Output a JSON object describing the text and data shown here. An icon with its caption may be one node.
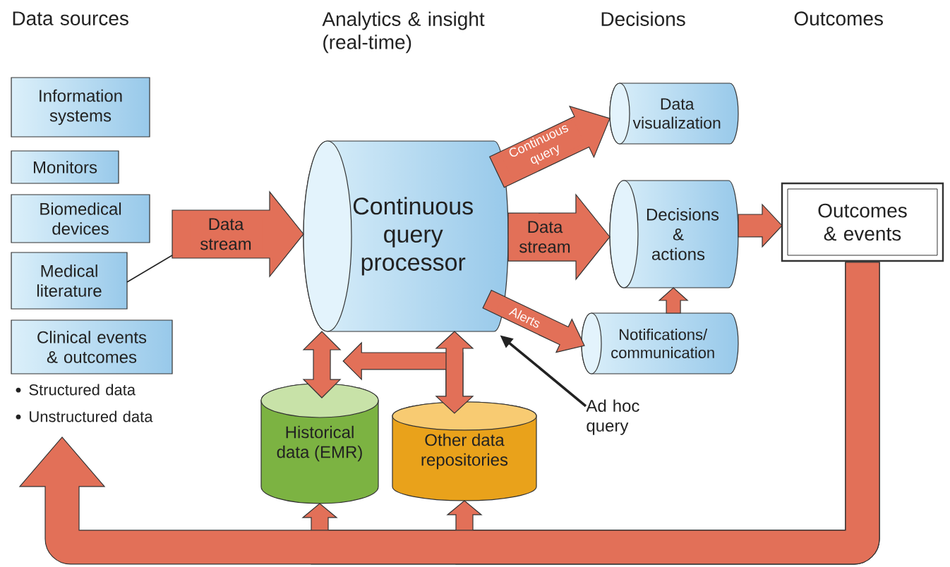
{
  "diagram": {
    "nodes": [
      {
        "text": [
          "Information systems"
        ]
      },
      {
        "text": [
          "Monitors"
        ]
      },
      {
        "text": [
          "Biomedical devices"
        ]
      },
      {
        "text": [
          "Medical literature"
        ]
      },
      {
        "text": [
          "Clinical events & outcomes"
        ]
      },
      {
        "text": [
          "Continuous query processor"
        ]
      },
      {
        "text": [
          "Data visualization"
        ]
      },
      {
        "text": [
          "Decisions & actions"
        ]
      },
      {
        "text": [
          "Notifications/ communication"
        ]
      },
      {
        "text": [
          "Outcomes & events"
        ]
      },
      {
        "text": [
          "Historical data (EMR)"
        ]
      },
      {
        "text": [
          "Other data repositories"
        ]
      },
      {
        "text": [
          "Ad hoc query"
        ]
      }
    ],
    "edges": [
      {
        "from": null,
        "to": 5,
        "arrow": "to",
        "label": "Data stream"
      },
      {
        "from": 3,
        "to": null,
        "arrow": "none",
        "color": "#222222"
      },
      {
        "from": 5,
        "to": 6,
        "arrow": "to",
        "label": "Continuous query"
      },
      {
        "from": 5,
        "to": 7,
        "arrow": "to",
        "label": "Data stream"
      },
      {
        "from": 5,
        "to": 8,
        "arrow": "to",
        "label": "Alerts"
      },
      {
        "from": 7,
        "to": 9,
        "arrow": "to"
      },
      {
        "from": 8,
        "to": 7,
        "arrow": "to"
      },
      {
        "from": 5,
        "to": 10,
        "arrow": "both"
      },
      {
        "from": 5,
        "to": 11,
        "arrow": "both"
      },
      {
        "from": 11,
        "to": 10,
        "arrow": "to"
      },
      {
        "from": 9,
        "to": null,
        "arrow": "to"
      },
      {
        "from": 9,
        "to": 10,
        "arrow": "to"
      },
      {
        "from": 9,
        "to": 11,
        "arrow": "to"
      },
      {
        "from": 12,
        "to": 5,
        "arrow": "to",
        "color": "#222222"
      }
    ],
    "labels": [
      "Data sources",
      "Analytics & insight (real-time)",
      "Decisions",
      "Outcomes",
      "Structured data",
      "Unstructured data"
    ]
  }
}
